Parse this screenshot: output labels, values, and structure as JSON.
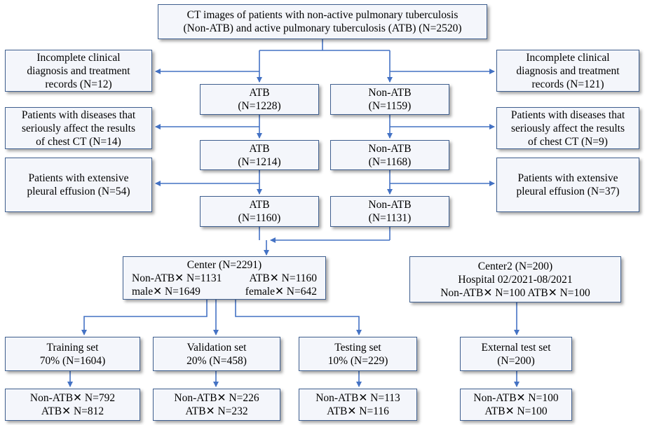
{
  "top": {
    "line1": "CT images of patients with non-active pulmonary tuberculosis",
    "line2": "(Non-ATB) and active pulmonary tuberculosis (ATB) (N=2520)"
  },
  "excl_left": [
    {
      "lines": [
        "Incomplete clinical",
        "diagnosis and treatment",
        "records (N=12)"
      ]
    },
    {
      "lines": [
        "Patients with diseases that",
        "seriously affect the results",
        "of chest CT (N=14)"
      ]
    },
    {
      "lines": [
        "Patients with extensive",
        "pleural effusion (N=54)"
      ]
    }
  ],
  "excl_right": [
    {
      "lines": [
        "Incomplete clinical",
        "diagnosis and treatment",
        "records (N=121)"
      ]
    },
    {
      "lines": [
        "Patients with diseases that",
        "seriously affect the results",
        "of chest CT (N=9)"
      ]
    },
    {
      "lines": [
        "Patients with extensive",
        "pleural effusion (N=37)"
      ]
    }
  ],
  "atb": [
    {
      "label": "ATB",
      "n": "(N=1228)"
    },
    {
      "label": "ATB",
      "n": "(N=1214)"
    },
    {
      "label": "ATB",
      "n": "(N=1160)"
    }
  ],
  "nonatb": [
    {
      "label": "Non-ATB",
      "n": "(N=1159)"
    },
    {
      "label": "Non-ATB",
      "n": "(N=1168)"
    },
    {
      "label": "Non-ATB",
      "n": "(N=1131)"
    }
  ],
  "center": {
    "title": "Center (N=2291)",
    "nonatb": "Non-ATB✕ N=1131",
    "atb": "ATB✕ N=1160",
    "male": "male✕ N=1649",
    "female": "female✕ N=642"
  },
  "center2": {
    "title": "Center2 (N=200)",
    "hospital": "Hospital 02/2021-08/2021",
    "counts": "Non-ATB✕ N=100 ATB✕ N=100"
  },
  "sets": [
    {
      "name": "Training set",
      "detail": "70%  (N=1604)"
    },
    {
      "name": "Validation set",
      "detail": "20% (N=458)"
    },
    {
      "name": "Testing set",
      "detail": "10% (N=229)"
    },
    {
      "name": "External test set",
      "detail": "(N=200)"
    }
  ],
  "outcomes": [
    {
      "nonatb": "Non-ATB✕ N=792",
      "atb": "ATB✕ N=812"
    },
    {
      "nonatb": "Non-ATB✕ N=226",
      "atb": "ATB✕ N=232"
    },
    {
      "nonatb": "Non-ATB✕ N=113",
      "atb": "ATB✕ N=116"
    },
    {
      "nonatb": "Non-ATB✕ N=100",
      "atb": "ATB✕ N=100"
    }
  ],
  "colors": {
    "arrow": "#4472c4",
    "border": "#3f5f8f",
    "fill": "#f4f6fb"
  }
}
